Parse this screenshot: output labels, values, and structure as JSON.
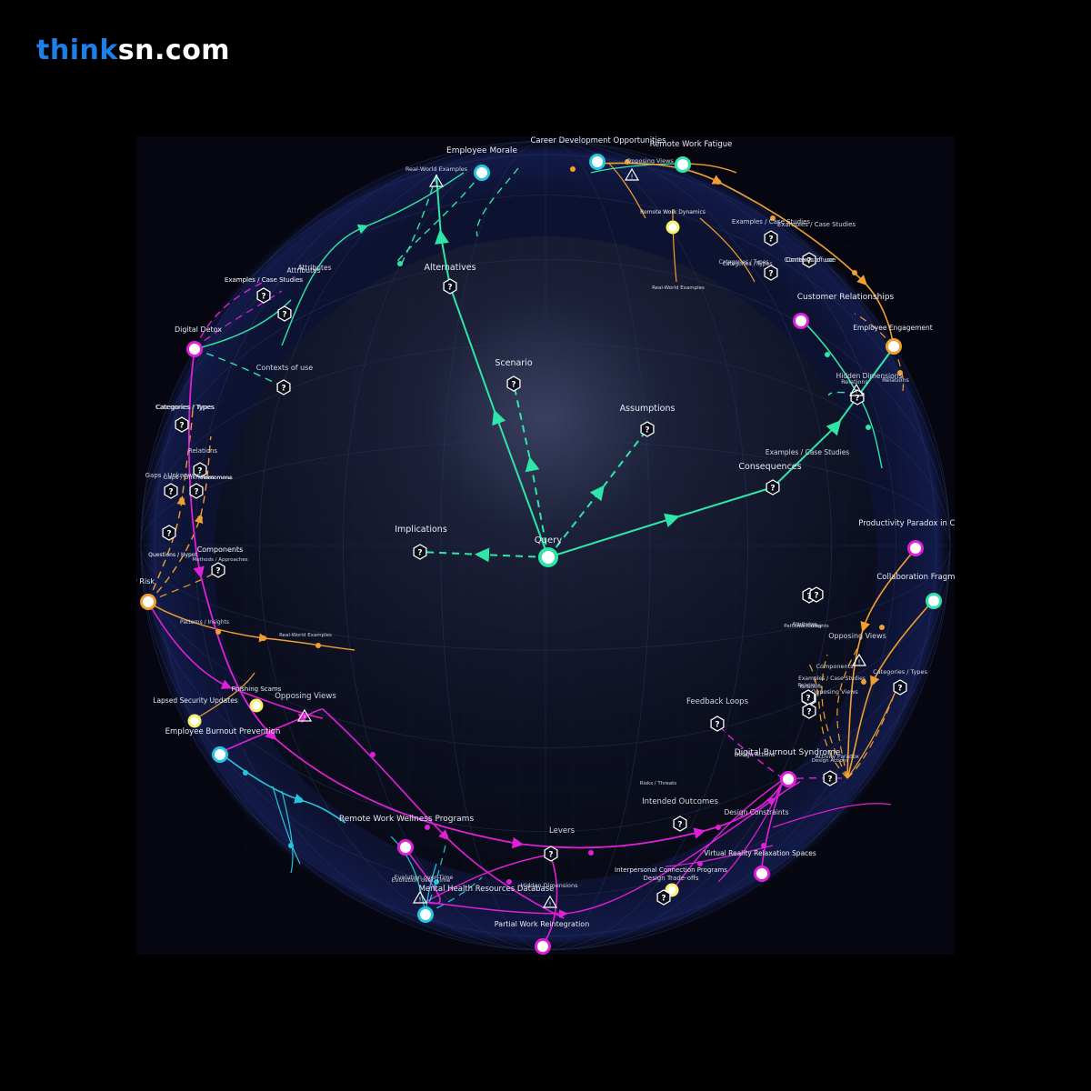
{
  "brand": {
    "part1": "think",
    "part2": "sn.com"
  },
  "colors": {
    "green": "#2ee6a6",
    "orange": "#f0a030",
    "magenta": "#e020d8",
    "cyan": "#22c8e0",
    "white": "#ffffff"
  },
  "diagram": {
    "center": {
      "label": "Query"
    },
    "inner": [
      {
        "label": "Alternatives",
        "icon": "question-icon"
      },
      {
        "label": "Scenario",
        "icon": "question-icon"
      },
      {
        "label": "Assumptions",
        "icon": "question-icon"
      },
      {
        "label": "Consequences",
        "icon": "question-icon"
      },
      {
        "label": "Implications",
        "icon": "question-icon"
      }
    ],
    "concepts": [
      "Employee Morale",
      "Career Development Opportunities",
      "Remote Work Fatigue",
      "Customer Relationships",
      "Employee Engagement",
      "Digital Detox",
      "Productivity Paradox in Co",
      "Collaboration Fragme",
      "Digital Burnout Syndrome",
      "Security Risk",
      "Employee Burnout Prevention",
      "Lapsed Security Updates",
      "Remote Work Wellness Programs",
      "Mental Health Resources Database",
      "Partial Work Reintegration",
      "Virtual Reality Relaxation Spaces",
      "Interpersonal Connection Programs",
      "Remote Work Dynamics",
      "Phishing Scams"
    ],
    "facets": [
      "Real-World Examples",
      "Opposing Views",
      "Examples / Case Studies",
      "Categories / Types",
      "Contexts of use",
      "Real-World Examples",
      "Hidden Dimensions",
      "Relations",
      "Attributes",
      "Examples / Case Studies",
      "Contexts of use",
      "Categories / Types",
      "Relations",
      "Gaps / Unknowns",
      "Phenomena",
      "Questions / Hypot",
      "Components",
      "Methods / Approaches",
      "Patterns / Insights",
      "Real-World Examples",
      "Opposing Views",
      "Feedback Loops",
      "Attributes",
      "Opposing Views",
      "Components",
      "Relations",
      "Categories / Types",
      "Examples / Case Studies",
      "Design Actions",
      "Activity Paradox",
      "Risks / Threats",
      "Intended Outcomes",
      "Design Constraints",
      "Levers",
      "Design Trade-offs",
      "Evolution over Time",
      "Hidden Dimensions"
    ]
  }
}
